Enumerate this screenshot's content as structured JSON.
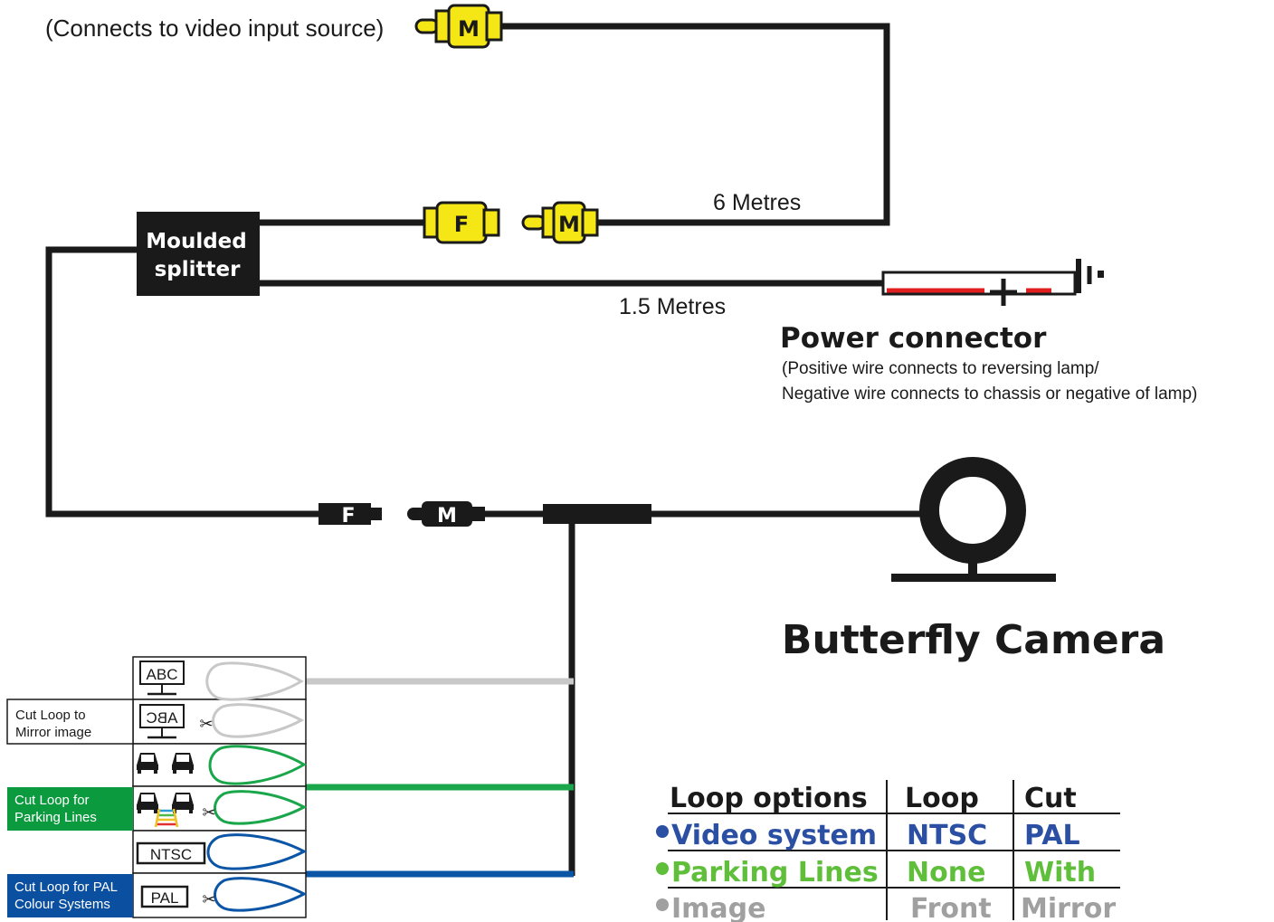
{
  "labels": {
    "video_source": "(Connects to video input source)",
    "six_metres": "6 Metres",
    "one_five_metres": "1.5 Metres",
    "splitter_line1": "Moulded",
    "splitter_line2": "splitter",
    "power_title": "Power connector",
    "power_desc1": "(Positive wire connects to reversing lamp/",
    "power_desc2": "Negative wire connects to chassis or negative of lamp)",
    "camera_title": "Butterfly Camera"
  },
  "connectors": {
    "male": "M",
    "female": "F"
  },
  "loop_panel": {
    "abc_normal": "ABC",
    "abc_mirror": "ABC",
    "ntsc": "NTSC",
    "pal": "PAL",
    "cut_mirror_line1": "Cut Loop to",
    "cut_mirror_line2": "Mirror image",
    "cut_parking_line1": "Cut Loop for",
    "cut_parking_line2": "Parking Lines",
    "cut_pal_line1": "Cut Loop for PAL",
    "cut_pal_line2": "Colour Systems"
  },
  "table": {
    "headers": [
      "Loop options",
      "Loop",
      "Cut"
    ],
    "rows": [
      {
        "option": "Video system",
        "loop": "NTSC",
        "cut": "PAL",
        "color": "#2b4fa3"
      },
      {
        "option": "Parking Lines",
        "loop": "None",
        "cut": "With",
        "color": "#5fbf3a"
      },
      {
        "option": "Image",
        "loop": "Front",
        "cut": "Mirror",
        "color": "#a0a0a0"
      }
    ]
  },
  "colors": {
    "wire": "#1a1a1a",
    "rca_yellow": "#f5e616",
    "grey_wire": "#c8c8c8",
    "green_wire": "#1aa64a",
    "blue_wire": "#0b55a6",
    "red": "#e02020",
    "cut_green_bg": "#0b9a3e",
    "cut_blue_bg": "#0b4fa0"
  }
}
